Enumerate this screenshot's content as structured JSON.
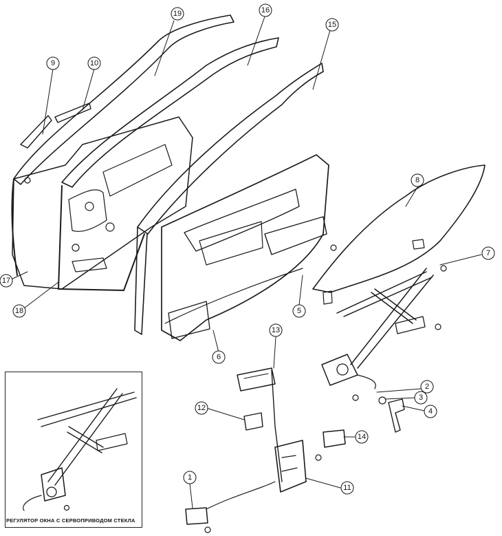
{
  "diagram": {
    "callouts": [
      {
        "id": "c19",
        "label": "19"
      },
      {
        "id": "c16",
        "label": "16"
      },
      {
        "id": "c15",
        "label": "15"
      },
      {
        "id": "c9",
        "label": "9"
      },
      {
        "id": "c10",
        "label": "10"
      },
      {
        "id": "c8",
        "label": "8"
      },
      {
        "id": "c7",
        "label": "7"
      },
      {
        "id": "c17",
        "label": "17"
      },
      {
        "id": "c18",
        "label": "18"
      },
      {
        "id": "c5",
        "label": "5"
      },
      {
        "id": "c6",
        "label": "6"
      },
      {
        "id": "c13",
        "label": "13"
      },
      {
        "id": "c2",
        "label": "2"
      },
      {
        "id": "c3",
        "label": "3"
      },
      {
        "id": "c4",
        "label": "4"
      },
      {
        "id": "c12",
        "label": "12"
      },
      {
        "id": "c14",
        "label": "14"
      },
      {
        "id": "c1",
        "label": "1"
      },
      {
        "id": "c11",
        "label": "11"
      }
    ],
    "inset_caption": "РЕГУЛЯТОР ОКНА С СЕРВОПРИВОДОМ СТЕКЛА"
  }
}
